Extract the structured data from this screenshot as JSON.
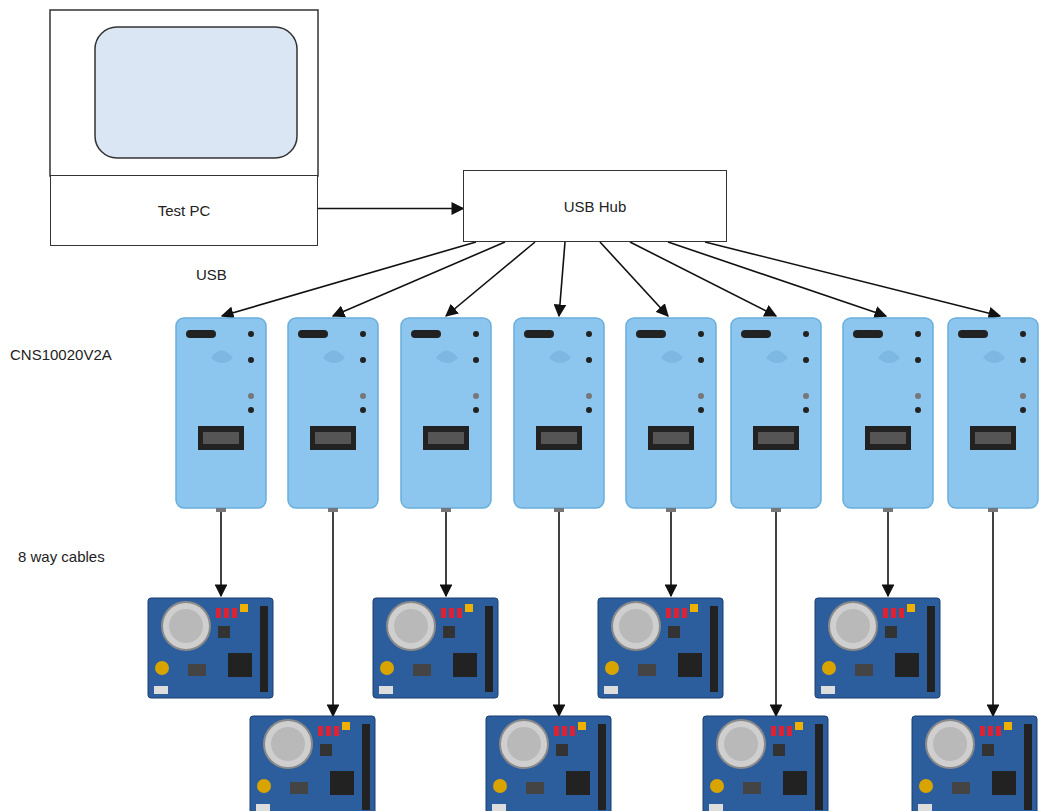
{
  "diagram": {
    "nodes": [
      {
        "text": [
          "Test PC"
        ]
      },
      {
        "text": [
          "USB Hub"
        ]
      }
    ],
    "edges": [
      {
        "from": 0,
        "to": 1,
        "arrow": "to"
      }
    ],
    "labels": [
      "USB",
      "CNS10020V2A",
      "8 way cables"
    ]
  }
}
